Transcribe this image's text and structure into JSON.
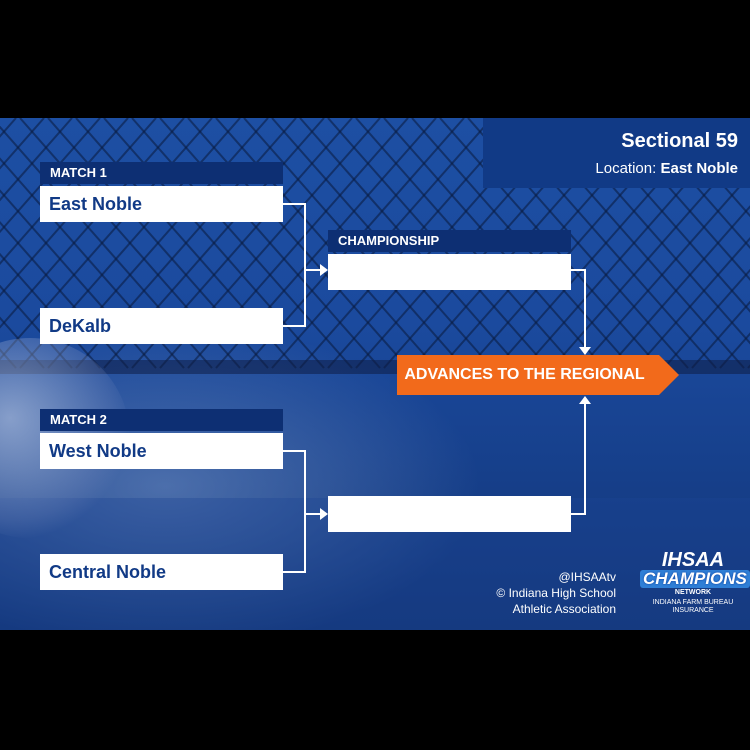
{
  "header": {
    "title": "Sectional 59",
    "location_label": "Location:",
    "location_value": "East Noble"
  },
  "bracket": {
    "match1": {
      "label": "MATCH 1",
      "team_top": "East Noble",
      "team_bottom": "DeKalb"
    },
    "match2": {
      "label": "MATCH 2",
      "team_top": "West Noble",
      "team_bottom": "Central Noble"
    },
    "championship": {
      "label": "CHAMPIONSHIP",
      "slot_top": "",
      "slot_bottom": ""
    },
    "advance": "ADVANCES TO THE REGIONAL"
  },
  "credits": {
    "handle": "@IHSAAtv",
    "line1": "© Indiana High School",
    "line2": "Athletic Association"
  },
  "logo": {
    "top": "IHSAA",
    "middle": "CHAMPIONS",
    "network": "NETWORK",
    "sponsor": "INDIANA FARM BUREAU INSURANCE"
  },
  "colors": {
    "background": "#1b4a9e",
    "label_bar": "#0d2f73",
    "team_text": "#113a86",
    "advance_arrow": "#f26a1b"
  }
}
